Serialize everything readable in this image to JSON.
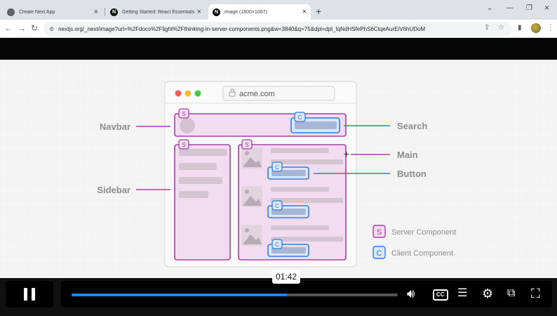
{
  "browser": {
    "tabs": [
      {
        "title": "Create Next App",
        "icon": "globe-icon"
      },
      {
        "title": "Getting Started: React Essentials | Next...",
        "icon": "nextjs-icon"
      },
      {
        "title": "image (1600×1067)",
        "icon": "nextjs-icon",
        "active": true
      }
    ],
    "address": "nextjs.org/_next/image?url=%2Fdocs%2Flight%2Fthinking-in-server-components.png&w=3840&q=75&dpl=dpl_tqNdHSfePhS6CtqeAurEiV6hUDoM"
  },
  "diagram": {
    "url_bar": "acme.com",
    "server_badge": "S",
    "client_badge": "C",
    "labels": {
      "navbar": "Navbar",
      "sidebar": "Sidebar",
      "search": "Search",
      "main": "Main",
      "button": "Button"
    },
    "legend": {
      "server": "Server Component",
      "client": "Client Component"
    },
    "colors": {
      "server": "#a442a6",
      "client": "#2f7de1"
    }
  },
  "player": {
    "time": "01:42",
    "progress": 0.66,
    "cc_label": "CC"
  }
}
